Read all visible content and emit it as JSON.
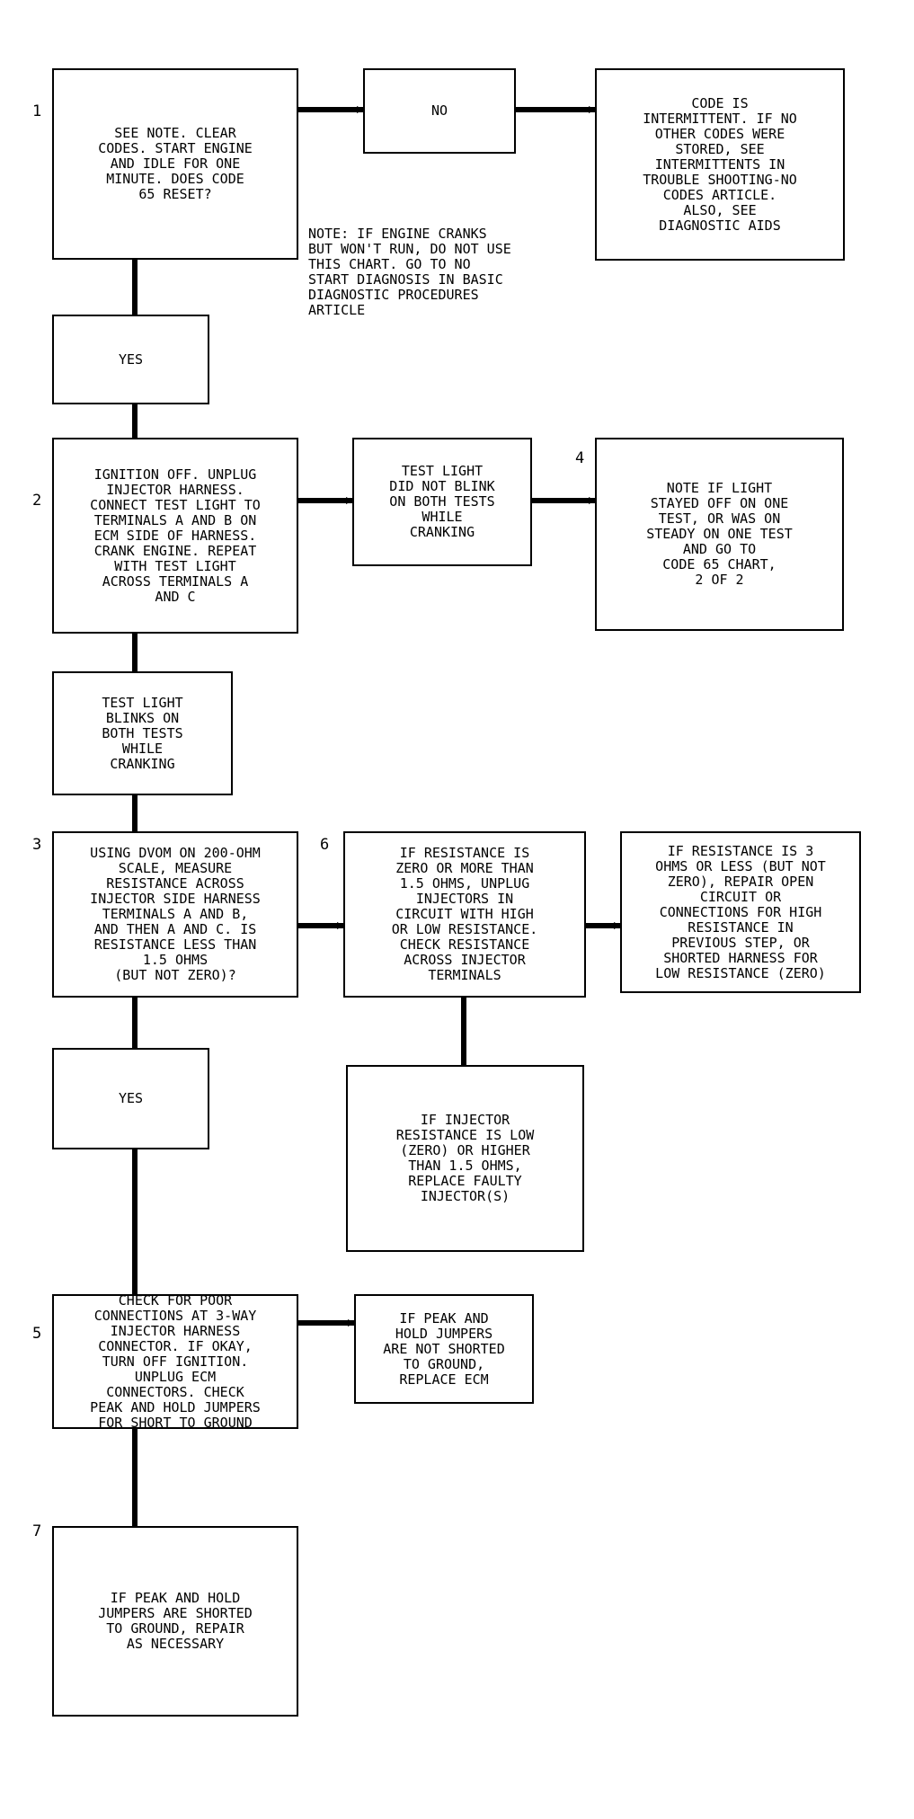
{
  "steps": {
    "s1": "1",
    "s2": "2",
    "s3": "3",
    "s4": "4",
    "s5": "5",
    "s6": "6",
    "s7": "7"
  },
  "boxes": {
    "step1": "SEE NOTE. CLEAR\nCODES. START ENGINE\nAND IDLE FOR ONE\nMINUTE. DOES CODE\n65 RESET?",
    "no1": "NO",
    "intermittent": "CODE IS\nINTERMITTENT. IF NO\nOTHER CODES WERE\nSTORED, SEE\nINTERMITTENTS IN\nTROUBLE SHOOTING-NO\nCODES ARTICLE.\nALSO, SEE\nDIAGNOSTIC AIDS",
    "yes1": "YES",
    "step2": "IGNITION OFF. UNPLUG\nINJECTOR HARNESS.\nCONNECT TEST LIGHT TO\nTERMINALS A AND B ON\nECM SIDE OF HARNESS.\nCRANK ENGINE. REPEAT\nWITH TEST LIGHT\nACROSS TERMINALS A\nAND C",
    "noblink": "TEST LIGHT\nDID NOT BLINK\nON BOTH TESTS\nWHILE\nCRANKING",
    "step4": "NOTE IF LIGHT\nSTAYED OFF ON ONE\nTEST, OR WAS ON\nSTEADY ON ONE TEST\nAND GO TO\nCODE 65 CHART,\n2 OF 2",
    "blinks": "TEST LIGHT\nBLINKS ON\nBOTH TESTS\nWHILE\nCRANKING",
    "step3": "USING DVOM ON 200-OHM\nSCALE, MEASURE\nRESISTANCE ACROSS\nINJECTOR SIDE HARNESS\nTERMINALS A AND B,\nAND THEN A AND C. IS\nRESISTANCE LESS THAN\n1.5 OHMS\n(BUT NOT ZERO)?",
    "step6": "IF RESISTANCE IS\nZERO OR MORE THAN\n1.5 OHMS, UNPLUG\nINJECTORS IN\nCIRCUIT WITH HIGH\nOR LOW RESISTANCE.\nCHECK RESISTANCE\nACROSS INJECTOR\nTERMINALS",
    "repair_open": "IF RESISTANCE IS 3\nOHMS OR LESS (BUT NOT\nZERO), REPAIR OPEN\nCIRCUIT OR\nCONNECTIONS FOR HIGH\nRESISTANCE IN\nPREVIOUS STEP, OR\nSHORTED HARNESS FOR\nLOW RESISTANCE (ZERO)",
    "yes2": "YES",
    "injector": "IF INJECTOR\nRESISTANCE IS LOW\n(ZERO) OR HIGHER\nTHAN 1.5 OHMS,\nREPLACE FAULTY\nINJECTOR(S)",
    "step5": "CHECK FOR POOR\nCONNECTIONS AT 3-WAY\nINJECTOR HARNESS\nCONNECTOR. IF OKAY,\nTURN OFF IGNITION.\nUNPLUG ECM\nCONNECTORS. CHECK\nPEAK AND HOLD JUMPERS\nFOR SHORT TO GROUND",
    "replace_ecm": "IF PEAK AND\nHOLD JUMPERS\nARE NOT SHORTED\nTO GROUND,\nREPLACE ECM",
    "step7": "IF PEAK AND HOLD\nJUMPERS ARE SHORTED\nTO GROUND, REPAIR\nAS NECESSARY"
  },
  "note": "NOTE: IF ENGINE CRANKS\nBUT WON'T RUN, DO NOT USE\nTHIS CHART. GO TO NO\nSTART DIAGNOSIS IN BASIC\nDIAGNOSTIC PROCEDURES\nARTICLE"
}
